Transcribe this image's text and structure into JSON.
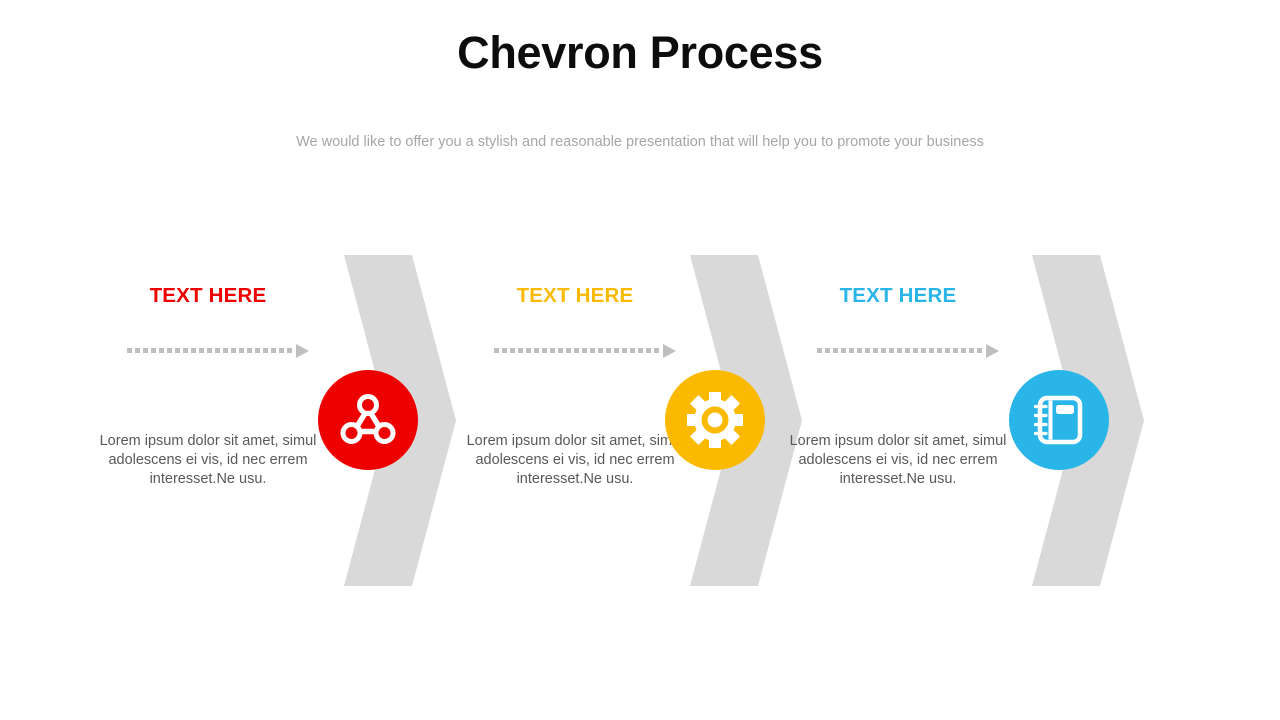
{
  "header": {
    "title": "Chevron Process",
    "subtitle": "We would like to offer you a stylish and reasonable presentation that will help you to promote your business"
  },
  "colors": {
    "title": "#0D0D0D",
    "subtitle": "#A6A6A6",
    "body_text": "#595959",
    "chevron": "#D9D9D9",
    "arrow": "#BFBFBF",
    "step1": "#EE0000",
    "step2": "#FBBA00",
    "step3": "#29B5E8",
    "background": "#FFFFFF"
  },
  "steps": [
    {
      "heading": "TEXT HERE",
      "body": "Lorem ipsum dolor sit amet, simul adolescens ei vis, id nec errem interesset.Ne usu.",
      "color": "#EE0000",
      "icon": "network-nodes-icon",
      "arrow": "dashed-arrow-right"
    },
    {
      "heading": "TEXT HERE",
      "body": "Lorem ipsum dolor sit amet, simul adolescens ei vis, id nec errem interesset.Ne usu.",
      "color": "#FBBA00",
      "icon": "gear-icon",
      "arrow": "dashed-arrow-right"
    },
    {
      "heading": "TEXT HERE",
      "body": "Lorem ipsum dolor sit amet, simul adolescens ei vis, id nec errem interesset.Ne usu.",
      "color": "#29B5E8",
      "icon": "notebook-icon",
      "arrow": "dashed-arrow-right"
    }
  ]
}
